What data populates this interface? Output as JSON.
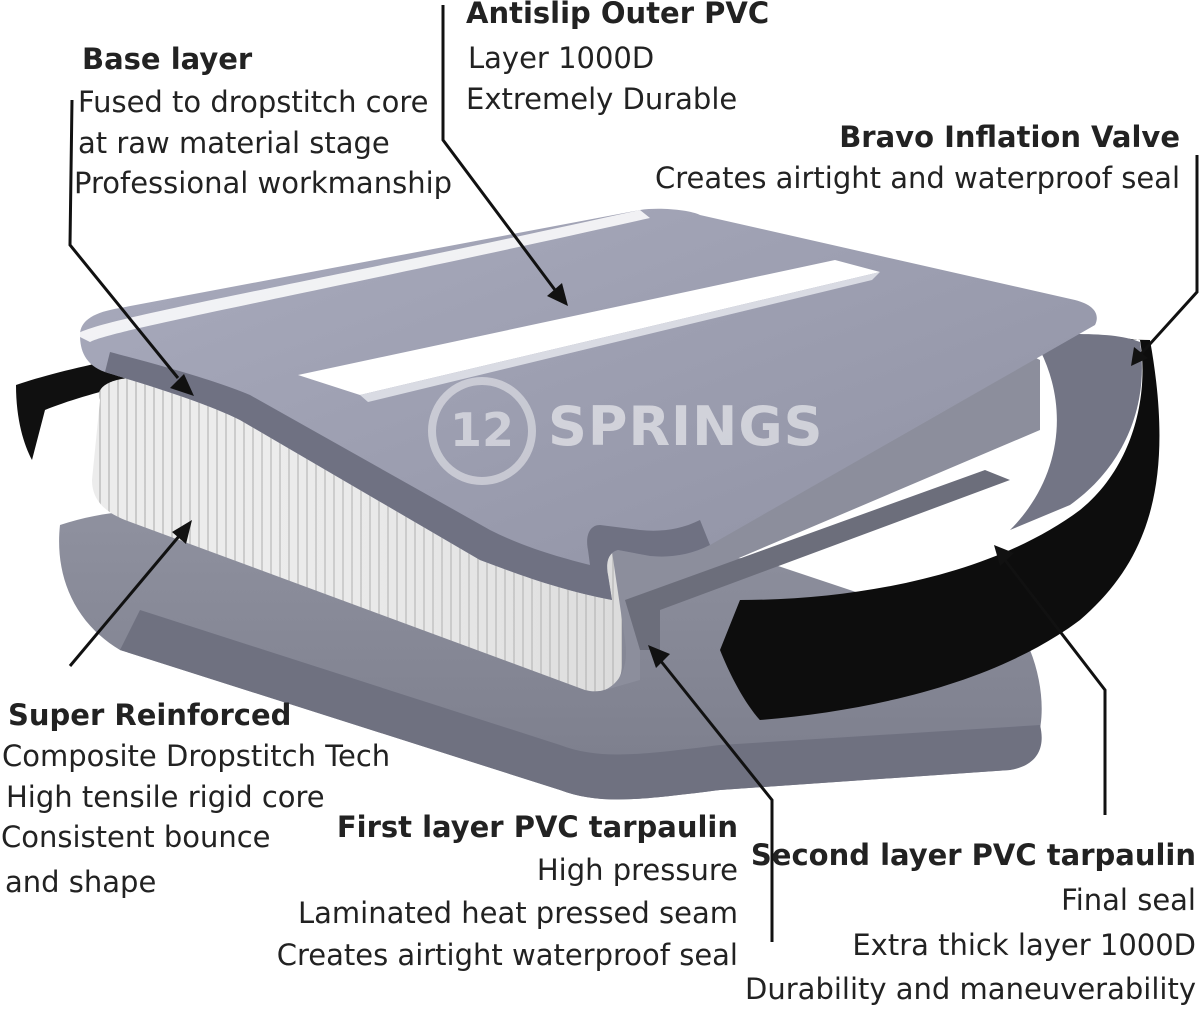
{
  "base_layer": {
    "title": "Base layer",
    "lines": [
      "Fused to dropstitch core",
      "at raw material stage",
      "Professional workmanship"
    ]
  },
  "antislip": {
    "title": "Antislip Outer PVC",
    "lines": [
      "Layer 1000D",
      "Extremely Durable"
    ]
  },
  "valve": {
    "title": "Bravo Inflation Valve",
    "lines": [
      "Creates airtight and waterproof seal"
    ]
  },
  "reinforced": {
    "title": "Super Reinforced",
    "lines": [
      "Composite Dropstitch Tech",
      "High tensile rigid core",
      "Consistent bounce",
      "and shape"
    ]
  },
  "first_layer": {
    "title": "First layer PVC tarpaulin",
    "lines": [
      "High pressure",
      "Laminated heat pressed seam",
      "Creates airtight waterproof seal"
    ]
  },
  "second_layer": {
    "title": "Second layer PVC tarpaulin",
    "lines": [
      "Final seal",
      "Extra thick layer 1000D",
      "Durability and maneuverability"
    ]
  },
  "watermark": {
    "number": "12",
    "brand": "SPRINGS"
  },
  "colors": {
    "pvc_gray": "#9c9eb0",
    "pvc_dark": "#6e7180",
    "core_light": "#e6e6e6",
    "black_layer": "#0d0d0d",
    "stripe": "#ffffff"
  }
}
